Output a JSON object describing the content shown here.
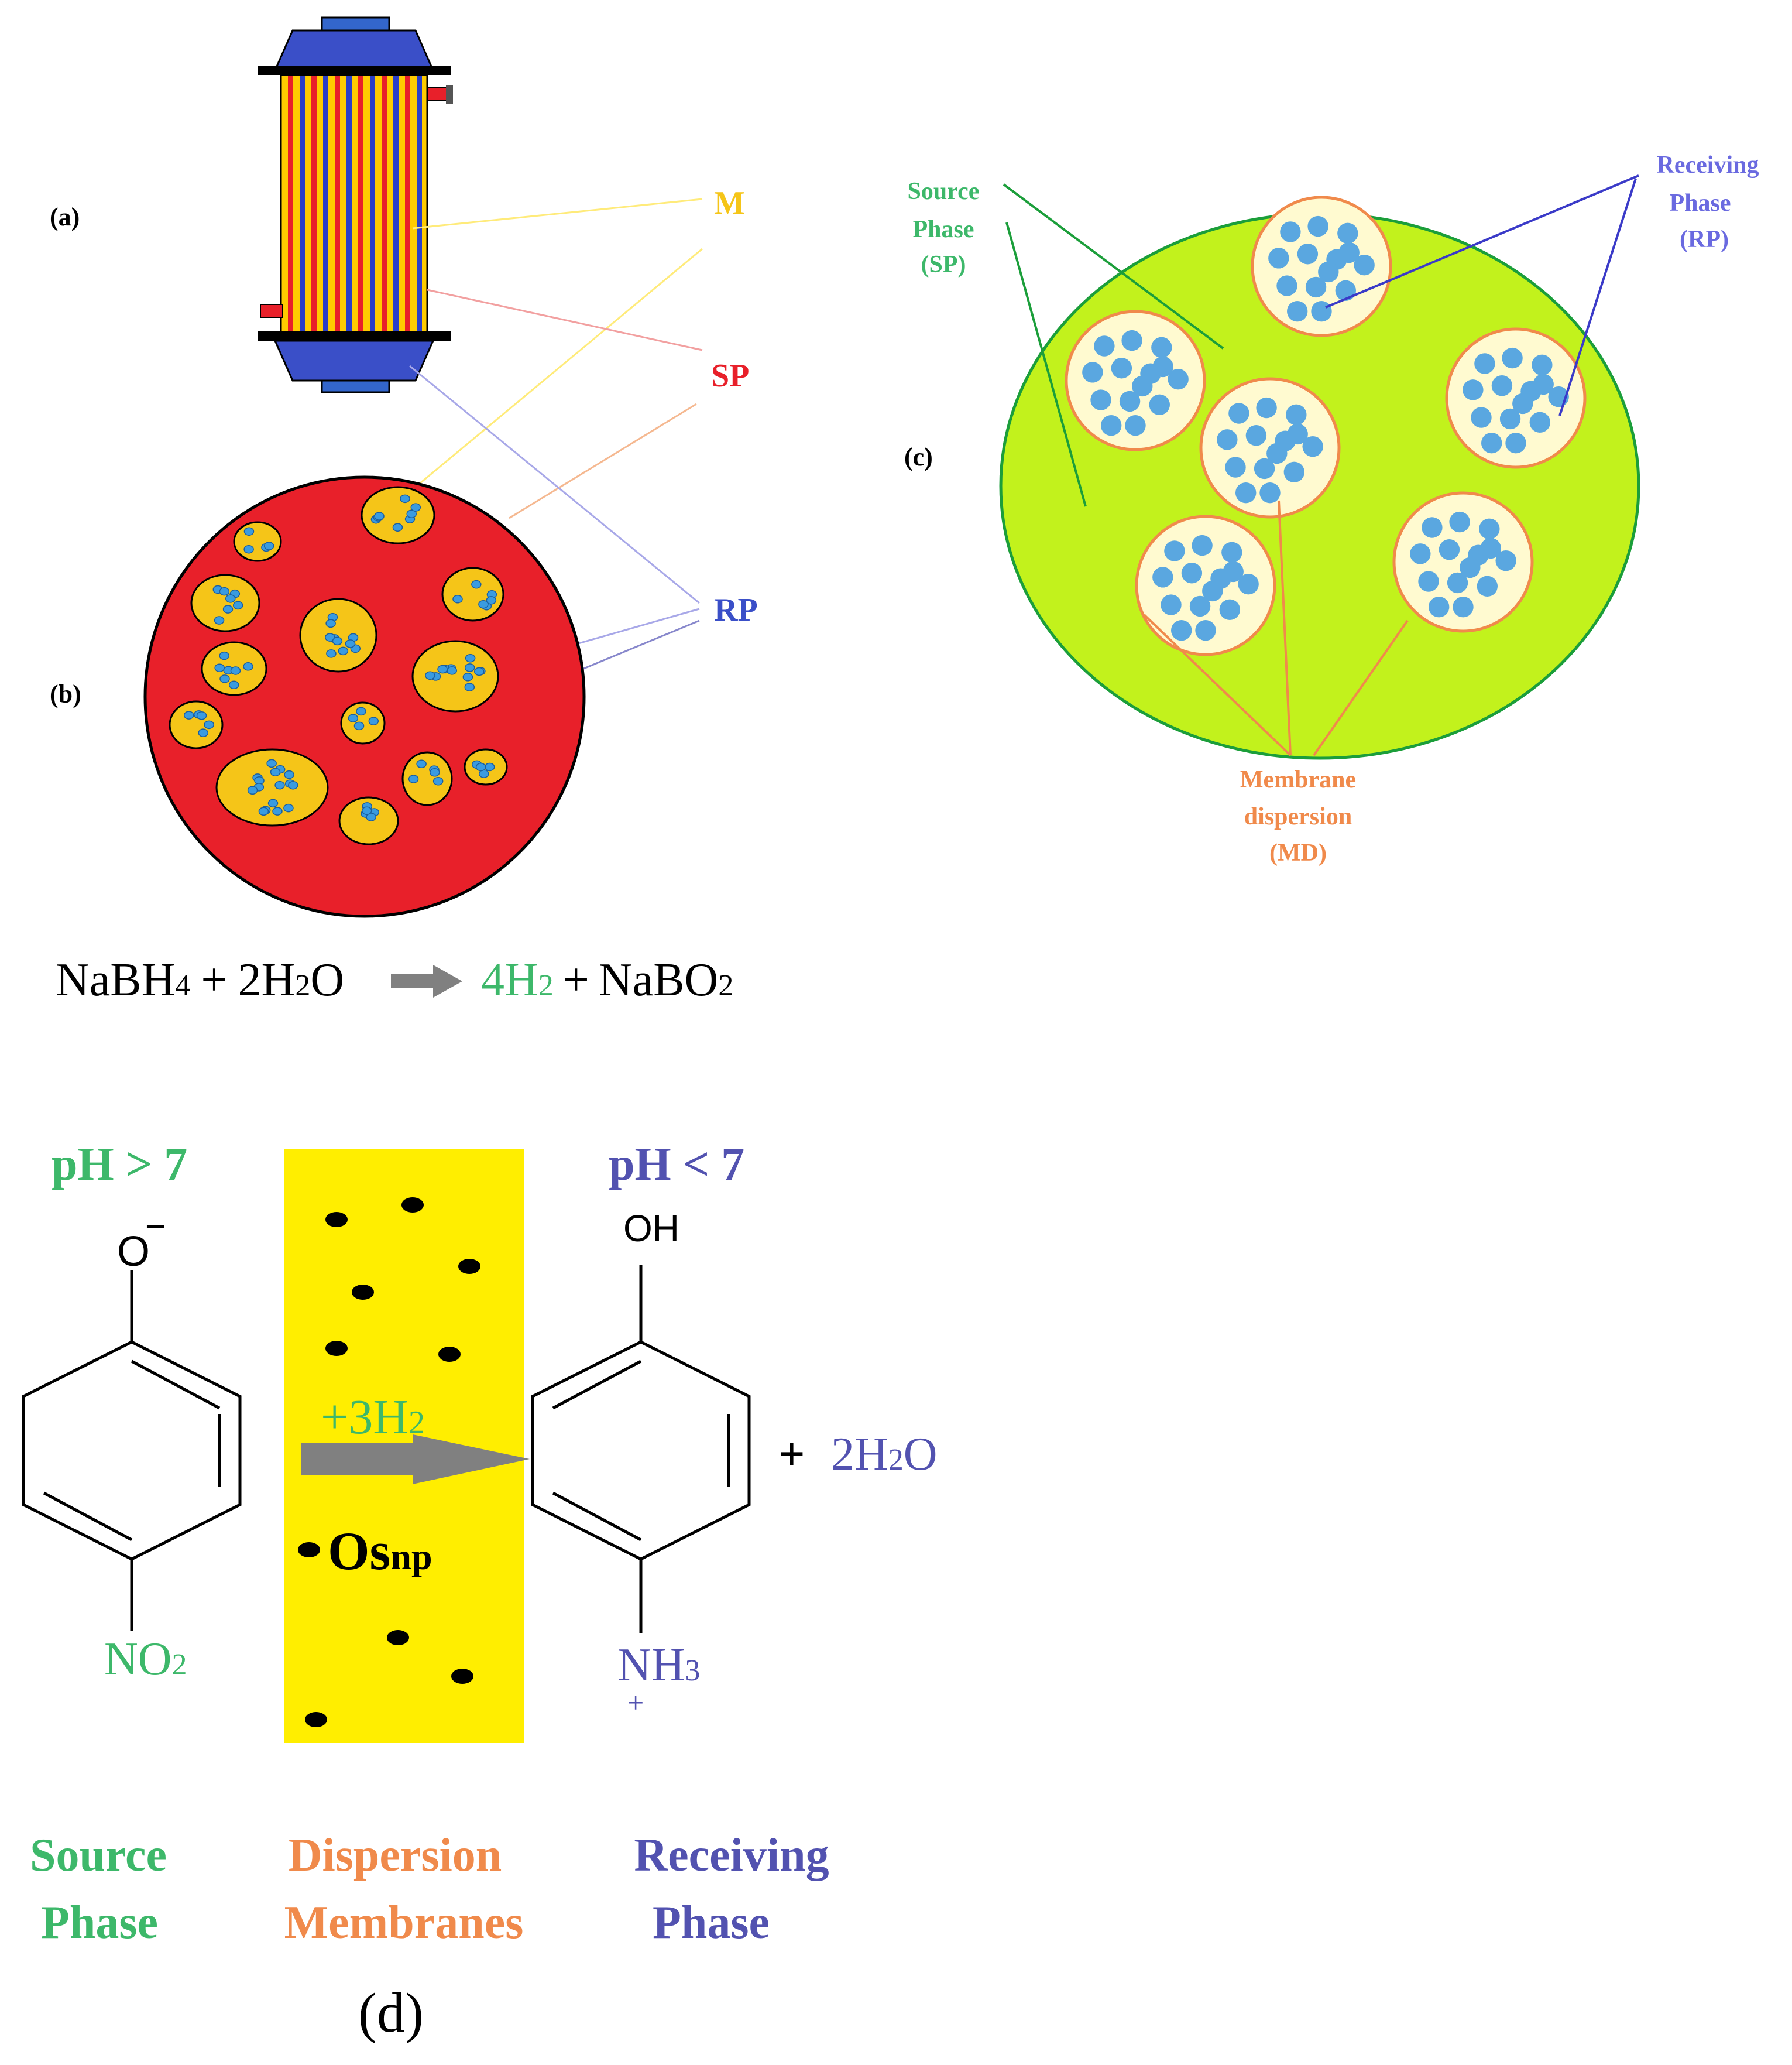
{
  "panels": {
    "a": {
      "label": "(a)"
    },
    "b": {
      "label": "(b)"
    },
    "c": {
      "label": "(c)"
    },
    "d": {
      "label": "(d)"
    }
  },
  "ab_labels": {
    "m": "M",
    "sp": "SP",
    "rp": "RP"
  },
  "panel_c": {
    "source_phase": [
      "Source",
      "Phase",
      "(SP)"
    ],
    "receiving_phase": [
      "Receiving",
      "Phase",
      "(RP)"
    ],
    "membrane_dispersion": [
      "Membrane",
      "dispersion",
      "(MD)"
    ]
  },
  "equation": {
    "reactant1": "NaBH",
    "reactant1_sub": "4",
    "plus1": "+",
    "reactant2_pre": "2H",
    "reactant2_sub": "2",
    "reactant2_post": "O",
    "product1_pre": "4H",
    "product1_sub": "2",
    "plus2": "+",
    "product2_pre": "NaBO",
    "product2_sub": "2"
  },
  "panel_d": {
    "ph_source": "pH > 7",
    "ph_receiving": "pH < 7",
    "phenolate_o": "O",
    "phenolate_charge": "−",
    "nitro_pre": "NO",
    "nitro_sub": "2",
    "hydroxyl": "OH",
    "amine_pre": "NH",
    "amine_sub": "3",
    "amine_charge": "+",
    "hydrogen_pre": "+3H",
    "hydrogen_sub": "2",
    "catalyst_pre": "Os",
    "catalyst_sub": "np",
    "plus": "+",
    "water_pre": "2H",
    "water_sub": "2",
    "water_post": "O",
    "source_label": [
      "Source",
      "Phase"
    ],
    "dispersion_label": [
      "Dispersion",
      "Membranes"
    ],
    "receiving_label": [
      "Receiving",
      "Phase"
    ]
  },
  "colors": {
    "green": "#3db86a",
    "blue": "#5252b0",
    "orange": "#f08a4b",
    "red": "#e8202a",
    "yellow": "#f5c518",
    "lime": "#c2f21c",
    "membrane_yellow": "#ffee00",
    "droplet_blue": "#3a9be0"
  }
}
